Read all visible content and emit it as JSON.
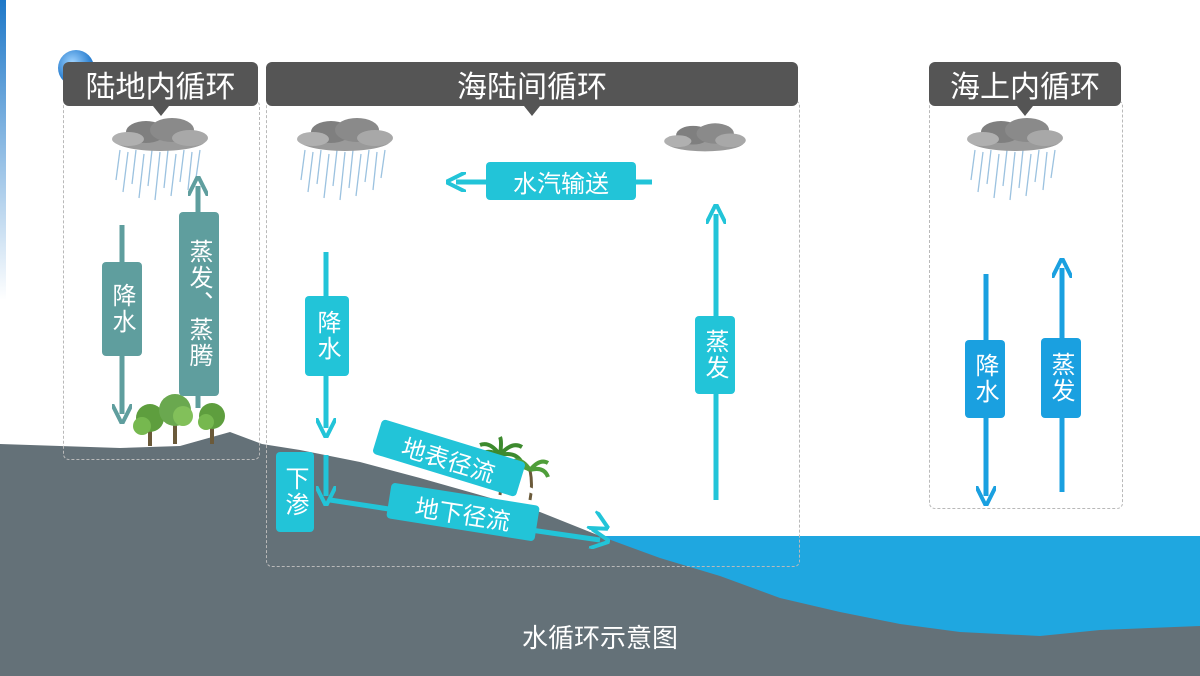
{
  "colors": {
    "land": "#647178",
    "sea": "#1fa7e0",
    "header_bg": "#555555",
    "inland_accent": "#5f9e9e",
    "sea_land_accent": "#22c4d8",
    "ocean_accent": "#1aa0e0",
    "cloud": "#8f8f8f",
    "rain": "#8fb8d8",
    "tree": "#6aa84f"
  },
  "icons": [
    "cloud-rain-icon",
    "cloud-icon",
    "tree-icon",
    "palm-tree-icon"
  ],
  "panels": {
    "inland": {
      "title": "陆地内循环",
      "precip_label": "降水",
      "evap_label": "蒸发、蒸腾"
    },
    "sea_land": {
      "title": "海陆间循环",
      "vapor_label": "水汽输送",
      "precip_label": "降水",
      "evap_label": "蒸发",
      "infiltration_label": "下渗",
      "surface_runoff_label": "地表径流",
      "underground_runoff_label": "地下径流"
    },
    "ocean": {
      "title": "海上内循环",
      "precip_label": "降水",
      "evap_label": "蒸发"
    }
  },
  "caption": "水循环示意图"
}
